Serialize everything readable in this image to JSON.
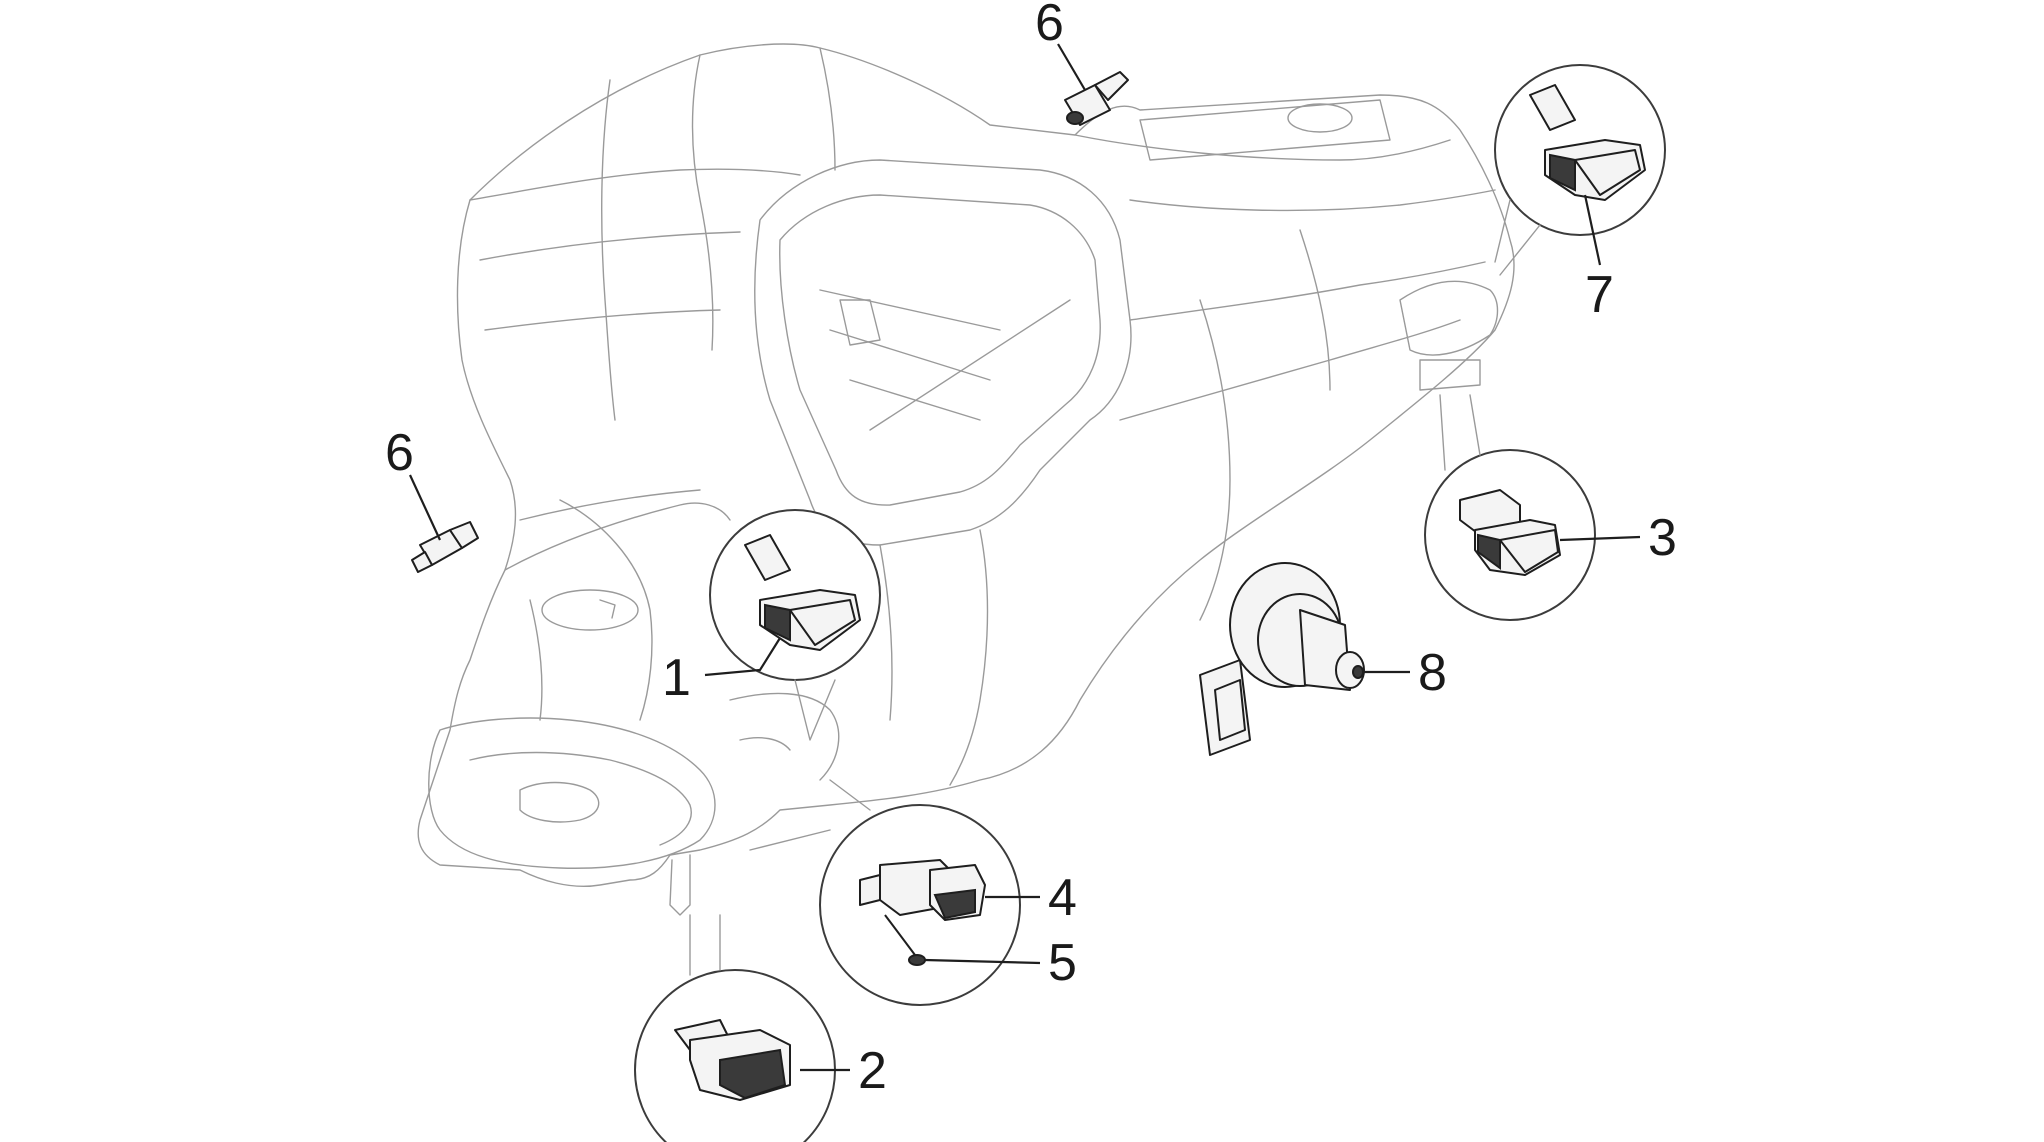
{
  "diagram": {
    "callouts": [
      {
        "id": "1",
        "label": "1"
      },
      {
        "id": "2",
        "label": "2"
      },
      {
        "id": "3",
        "label": "3"
      },
      {
        "id": "4",
        "label": "4"
      },
      {
        "id": "5",
        "label": "5"
      },
      {
        "id": "6a",
        "label": "6"
      },
      {
        "id": "6b",
        "label": "6"
      },
      {
        "id": "7",
        "label": "7"
      },
      {
        "id": "8",
        "label": "8"
      }
    ]
  }
}
